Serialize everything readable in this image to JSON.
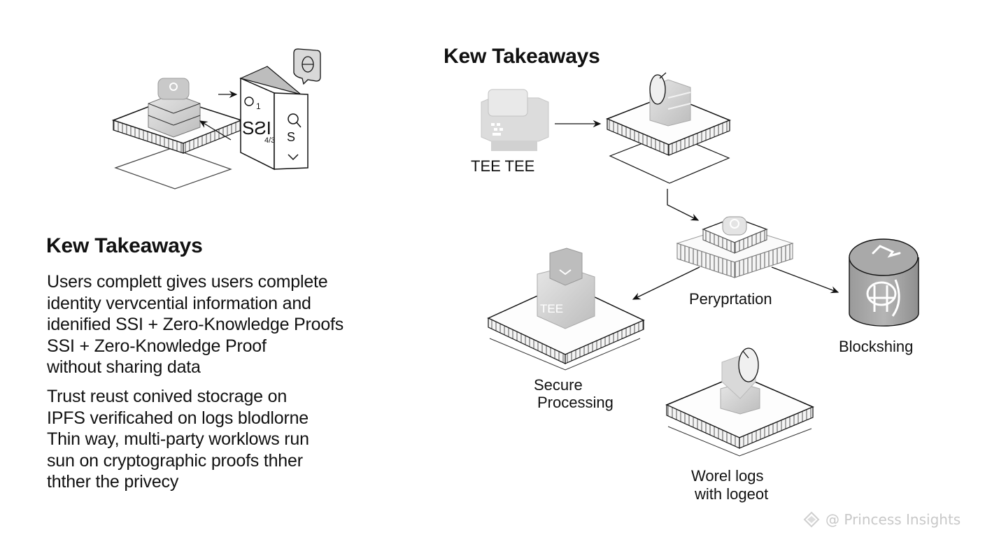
{
  "left_panel": {
    "heading": "Kew Takeaways",
    "paragraph_1": [
      "Users complett gives users complete",
      "identity vervcential information and",
      "idenified SSI + Zero-Knowledge Proofs",
      "SSI  + Zero-Knowledge Proof",
      "without sharing data"
    ],
    "paragraph_2": [
      "Trust reust conived stocrage on",
      "IPFS verificahed on logs blodlorne",
      "Thin way, multi-party worklows run",
      "sun on cryptographic proofs thher",
      "thther the privecy"
    ],
    "illustration": {
      "card_text": "SƧI",
      "card_subscript": "4/3",
      "card_badge": "1",
      "icons": [
        "stacked-server-icon",
        "document-card-icon",
        "search-icon",
        "chevron-down-icon",
        "globe-tag-icon"
      ]
    }
  },
  "diagram": {
    "heading": "Kew Takeaways",
    "nodes": [
      {
        "id": "tee",
        "label": "TEE TEE",
        "icon": "tee-device-icon"
      },
      {
        "id": "server",
        "label": "",
        "icon": "server-stack-icon"
      },
      {
        "id": "encryption",
        "label": "Peryprtation",
        "icon": "chip-icon"
      },
      {
        "id": "secure",
        "label_lines": [
          "Secure",
          "Processing"
        ],
        "icon": "tee-cube-icon",
        "cube_text": "TEE"
      },
      {
        "id": "blockchain",
        "label": "Blockshing",
        "icon": "database-cylinder-icon"
      },
      {
        "id": "logs",
        "label_lines": [
          "Worel logs",
          "with logeot"
        ],
        "icon": "log-node-icon"
      }
    ],
    "edges": [
      {
        "from": "tee",
        "to": "server"
      },
      {
        "from": "server",
        "to": "encryption"
      },
      {
        "from": "encryption",
        "to": "secure"
      },
      {
        "from": "encryption",
        "to": "blockchain"
      }
    ]
  },
  "watermark": {
    "text": "@ Princess Insights",
    "icon": "binance-logo-icon"
  }
}
